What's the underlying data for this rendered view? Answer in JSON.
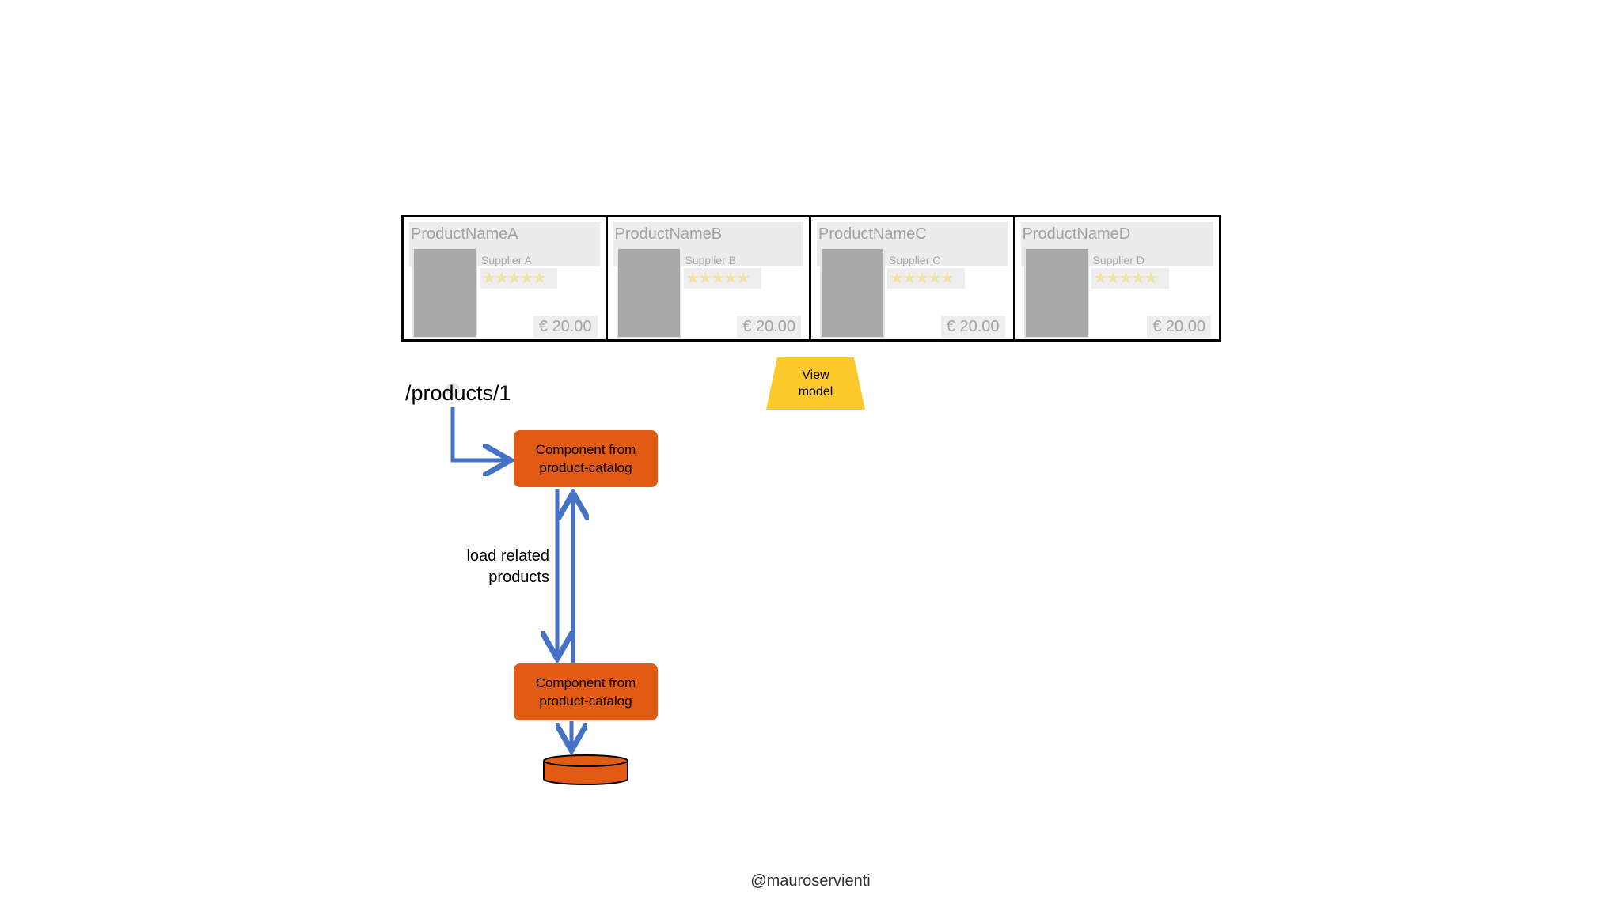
{
  "products": [
    {
      "name": "ProductNameA",
      "supplier": "Supplier A",
      "rating": "★★★★★",
      "price": "€ 20.00"
    },
    {
      "name": "ProductNameB",
      "supplier": "Supplier B",
      "rating": "★★★★★",
      "price": "€ 20.00"
    },
    {
      "name": "ProductNameC",
      "supplier": "Supplier C",
      "rating": "★★★★★",
      "price": "€ 20.00"
    },
    {
      "name": "ProductNameD",
      "supplier": "Supplier D",
      "rating": "★★★★★",
      "price": "€ 20.00"
    }
  ],
  "view_model": {
    "label": "View\nmodel",
    "color": "#fcc92b"
  },
  "route": {
    "label": "/products/1"
  },
  "components": {
    "top": {
      "label": "Component from\nproduct-catalog"
    },
    "bottom": {
      "label": "Component from\nproduct-catalog"
    },
    "color": "#e25a13"
  },
  "edge": {
    "label": "load related\nproducts"
  },
  "arrow_color": "#4472c4",
  "footer": {
    "handle": "@mauroservienti"
  }
}
